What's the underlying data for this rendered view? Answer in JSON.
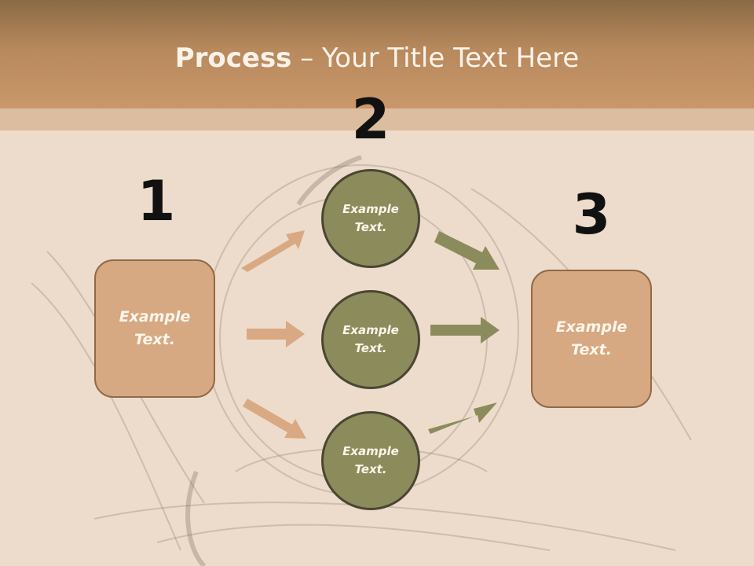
{
  "title": {
    "bold": "Process",
    "rest": " – Your Title Text Here"
  },
  "steps": [
    {
      "number": "1",
      "text": "Example\nText."
    },
    {
      "number": "2",
      "nodes": [
        "Example\nText.",
        "Example\nText.",
        "Example\nText."
      ]
    },
    {
      "number": "3",
      "text": "Example\nText."
    }
  ],
  "colors": {
    "title_band": "#c9976a",
    "box_fill": "#d6a982",
    "circle_fill": "#8c8b5c",
    "left_arrows": "#d8a983",
    "right_arrows": "#8c8b5c"
  }
}
